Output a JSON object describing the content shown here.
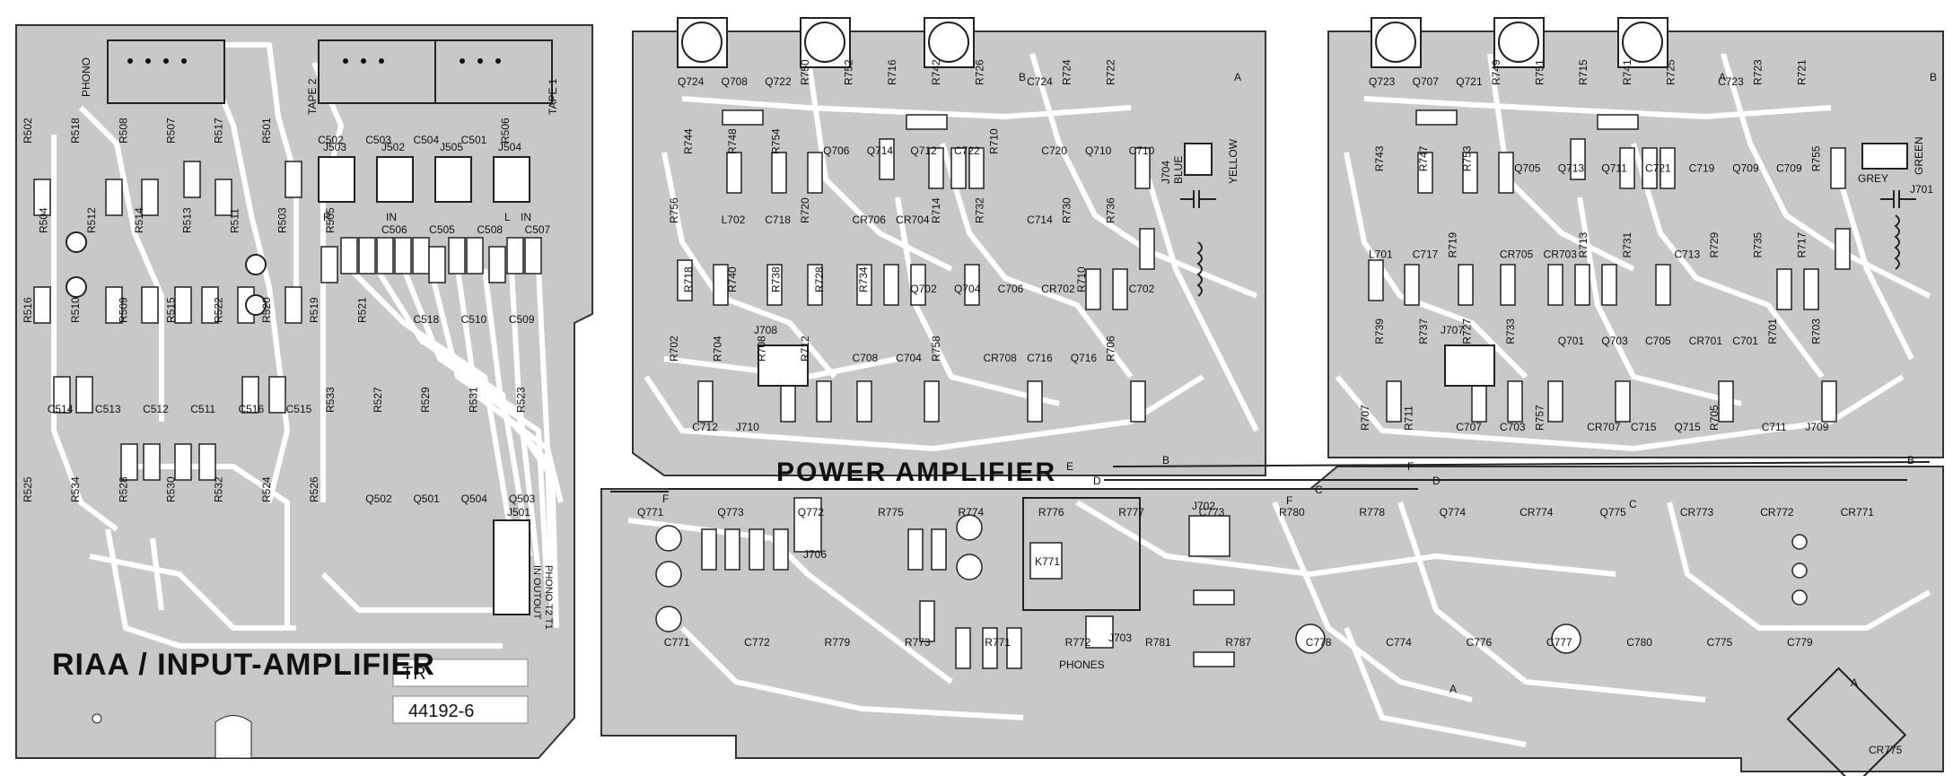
{
  "board": {
    "colors": {
      "board": "#c8c8c8",
      "trace": "#ffffff",
      "outline": "#222222",
      "ink": "#111111"
    },
    "titles": {
      "riaa": "RIAA / INPUT-AMPLIFIER",
      "tr": "TR",
      "part_number": "44192-6",
      "power": "POWER AMPLIFIER"
    },
    "connector_labels": {
      "phono": "PHONO",
      "tape2": "TAPE 2",
      "tape1": "TAPE 1",
      "j503": "J503",
      "j502": "J502",
      "j505": "J505",
      "j504": "J504",
      "r": "R",
      "in": "IN",
      "l": "L",
      "j501": "J501",
      "phono_io": "PHONO T2 T1",
      "in_outout": "IN OUTOUT",
      "j702": "J702",
      "j703": "J703",
      "phones": "PHONES",
      "j706": "J706",
      "j707": "J707",
      "j708": "J708",
      "j701": "J701",
      "j704": "J704",
      "blue": "BLUE",
      "yellow": "YELLOW",
      "grey": "GREY",
      "green": "GREEN",
      "k771": "K771",
      "cr775": "CR775",
      "b": "B",
      "a": "A",
      "c": "C",
      "d": "D",
      "e": "E",
      "f": "F"
    },
    "left_parts": [
      "R502",
      "R518",
      "R508",
      "R507",
      "R517",
      "R501",
      "C502",
      "C503",
      "C504",
      "C501",
      "R506",
      "R504",
      "R512",
      "R514",
      "R513",
      "R511",
      "R503",
      "R505",
      "C506",
      "C505",
      "C508",
      "C507",
      "R516",
      "R510",
      "R509",
      "R515",
      "R522",
      "R520",
      "R519",
      "R521",
      "C518",
      "C510",
      "C509",
      "C514",
      "C513",
      "C512",
      "C511",
      "C516",
      "C515",
      "R533",
      "R527",
      "R529",
      "R531",
      "R523",
      "R525",
      "R534",
      "R528",
      "R530",
      "R532",
      "R524",
      "R526",
      "Q502",
      "Q501",
      "Q504",
      "Q503"
    ],
    "amp1_parts": [
      "Q724",
      "Q708",
      "Q722",
      "R750",
      "R752",
      "R716",
      "R742",
      "R726",
      "C724",
      "R724",
      "R722",
      "R744",
      "R748",
      "R754",
      "Q706",
      "Q714",
      "Q712",
      "C722",
      "R710",
      "C720",
      "Q710",
      "C710",
      "R756",
      "L702",
      "C718",
      "R720",
      "CR706",
      "CR704",
      "R714",
      "R732",
      "C714",
      "R730",
      "R736",
      "R718",
      "R740",
      "R738",
      "R728",
      "R734",
      "Q702",
      "Q704",
      "C706",
      "CR702",
      "R710",
      "C702",
      "R702",
      "R704",
      "R708",
      "R712",
      "C708",
      "C704",
      "R758",
      "CR708",
      "C716",
      "Q716",
      "R706",
      "C712",
      "J710"
    ],
    "amp2_parts": [
      "Q723",
      "Q707",
      "Q721",
      "R749",
      "R751",
      "R715",
      "R741",
      "R725",
      "C723",
      "R723",
      "R721",
      "R743",
      "R747",
      "R753",
      "Q705",
      "Q713",
      "Q711",
      "C721",
      "C719",
      "Q709",
      "C709",
      "R755",
      "L701",
      "C717",
      "R719",
      "CR705",
      "CR703",
      "R713",
      "R731",
      "C713",
      "R729",
      "R735",
      "R717",
      "R739",
      "R737",
      "R727",
      "R733",
      "Q701",
      "Q703",
      "C705",
      "CR701",
      "C701",
      "R701",
      "R703",
      "R707",
      "R711",
      "C707",
      "C703",
      "R757",
      "CR707",
      "C715",
      "Q715",
      "R705",
      "C711",
      "J709"
    ],
    "bottom_parts": [
      "Q771",
      "Q773",
      "Q772",
      "R775",
      "R774",
      "R776",
      "R777",
      "C773",
      "R780",
      "R778",
      "Q774",
      "CR774",
      "Q775",
      "CR773",
      "CR772",
      "CR771",
      "C771",
      "C772",
      "R779",
      "R773",
      "R771",
      "R772",
      "R781",
      "R787",
      "C778",
      "C774",
      "C776",
      "C777",
      "C780",
      "C775",
      "C779"
    ]
  }
}
